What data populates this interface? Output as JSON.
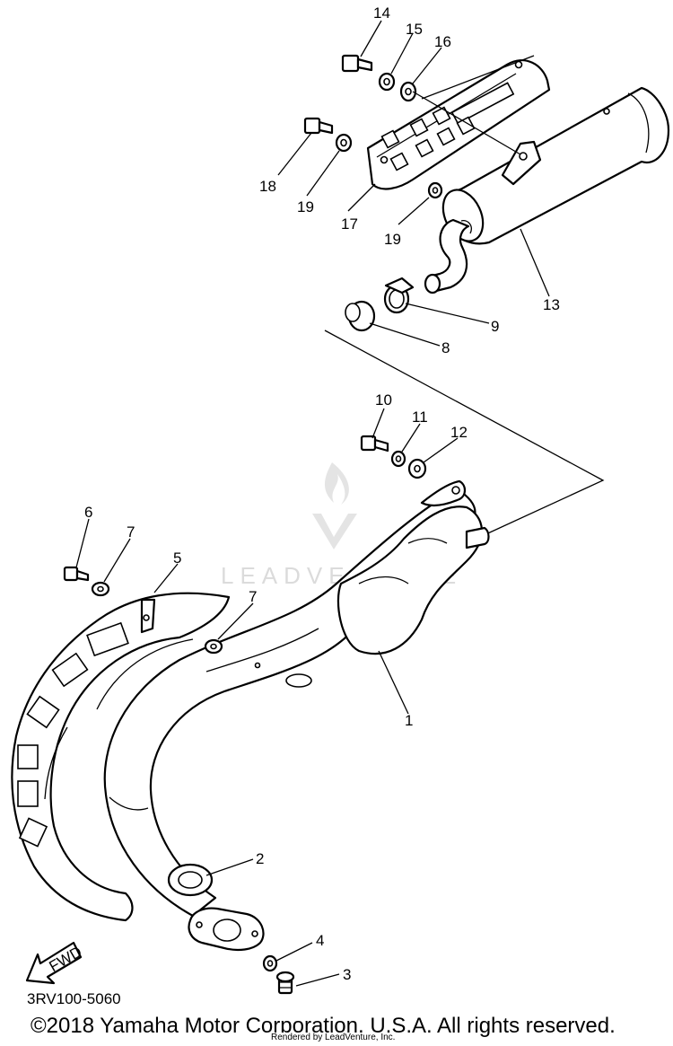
{
  "diagram": {
    "callouts": [
      "1",
      "2",
      "3",
      "4",
      "5",
      "6",
      "7",
      "7",
      "8",
      "9",
      "10",
      "11",
      "12",
      "13",
      "14",
      "15",
      "16",
      "17",
      "18",
      "19",
      "19"
    ],
    "direction_label": "FWD",
    "watermark": "LEADVENTURE"
  },
  "footer": {
    "diagram_code": "3RV100-5060",
    "copyright": "©2018 Yamaha Motor Corporation, U.S.A. All rights reserved.",
    "rendered_by": "Rendered by LeadVenture, Inc."
  }
}
